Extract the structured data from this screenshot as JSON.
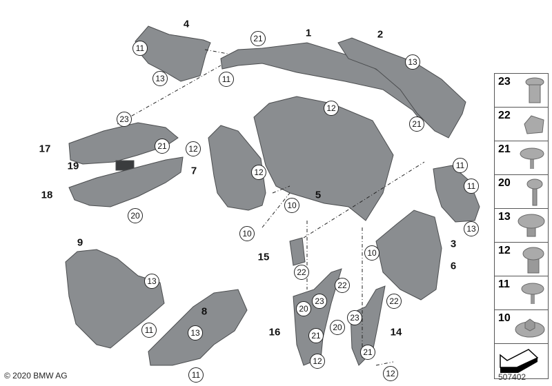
{
  "part_labels": [
    "4",
    "1",
    "2",
    "17",
    "19",
    "18",
    "7",
    "5",
    "3",
    "15",
    "6",
    "9",
    "8",
    "16",
    "14"
  ],
  "callouts": [
    "21",
    "11",
    "13",
    "11",
    "13",
    "12",
    "21",
    "23",
    "21",
    "12",
    "12",
    "10",
    "10",
    "20",
    "11",
    "11",
    "13",
    "10",
    "22",
    "22",
    "23",
    "20",
    "13",
    "11",
    "13",
    "11",
    "21",
    "12",
    "20",
    "23",
    "22",
    "21",
    "12"
  ],
  "legend": [
    "23",
    "22",
    "21",
    "20",
    "13",
    "12",
    "11",
    "10"
  ],
  "legend_icons": [
    "expanding-nut-icon",
    "clip-nut-icon",
    "screw-with-washer-icon",
    "torx-screw-icon",
    "expanding-rivet-icon",
    "blind-rivet-nut-icon",
    "screw-with-washer-icon",
    "hex-flange-nut-icon",
    "direction-arrow-icon"
  ],
  "copyright": "© 2020 BMW AG",
  "document_id": "507402"
}
